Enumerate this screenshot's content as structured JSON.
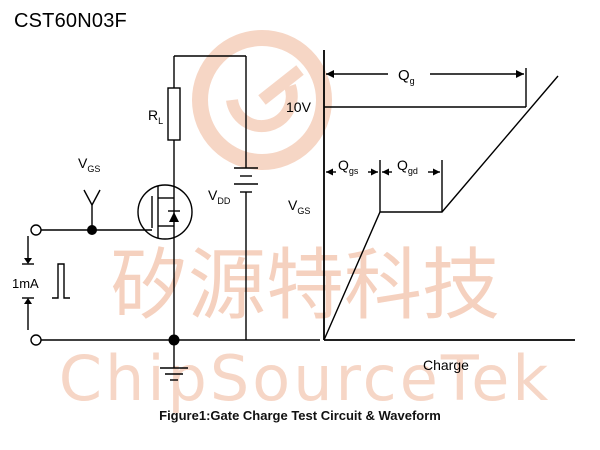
{
  "header": {
    "part_number": "CST60N03F"
  },
  "caption": "Figure1:Gate Charge Test Circuit & Waveform",
  "watermark": {
    "chinese": "矽源特科技",
    "english": "ChipSourceTek",
    "color": "#f4c9b4"
  },
  "circuit": {
    "rl_label": {
      "main": "R",
      "sub": "L"
    },
    "vgs_label": {
      "main": "V",
      "sub": "GS"
    },
    "vdd_label": {
      "main": "V",
      "sub": "DD"
    },
    "current_label": "1mA"
  },
  "waveform": {
    "qg_label": {
      "main": "Q",
      "sub": "g"
    },
    "qgs_label": {
      "main": "Q",
      "sub": "gs"
    },
    "qgd_label": {
      "main": "Q",
      "sub": "gd"
    },
    "voltage_label": "10V",
    "vgs_axis_label": {
      "main": "V",
      "sub": "GS"
    },
    "x_axis_label": "Charge"
  },
  "colors": {
    "line": "#000000",
    "watermark": "#f4c9b4"
  }
}
